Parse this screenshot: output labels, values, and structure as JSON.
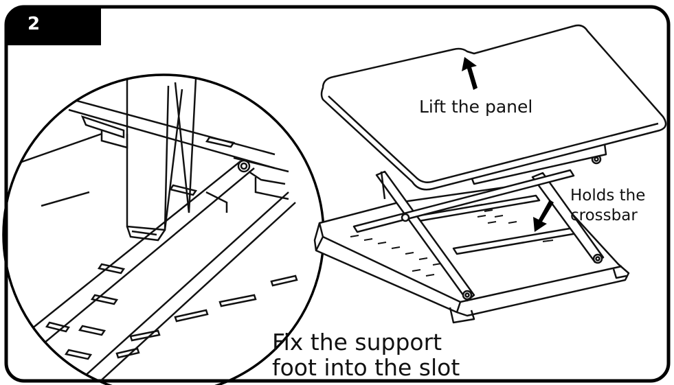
{
  "step": {
    "number": "2"
  },
  "labels": {
    "lift_panel": "Lift the panel",
    "holds_crossbar_line1": "Holds the",
    "holds_crossbar_line2": "crossbar",
    "fix_foot_line1": "Fix the support",
    "fix_foot_line2": "foot into the slot"
  },
  "icons": [
    "up-arrow-icon",
    "down-arrow-icon"
  ],
  "colors": {
    "frame": "#000000",
    "badge": "#000000",
    "badge_text": "#ffffff",
    "line": "#111111",
    "fill": "#ffffff"
  }
}
